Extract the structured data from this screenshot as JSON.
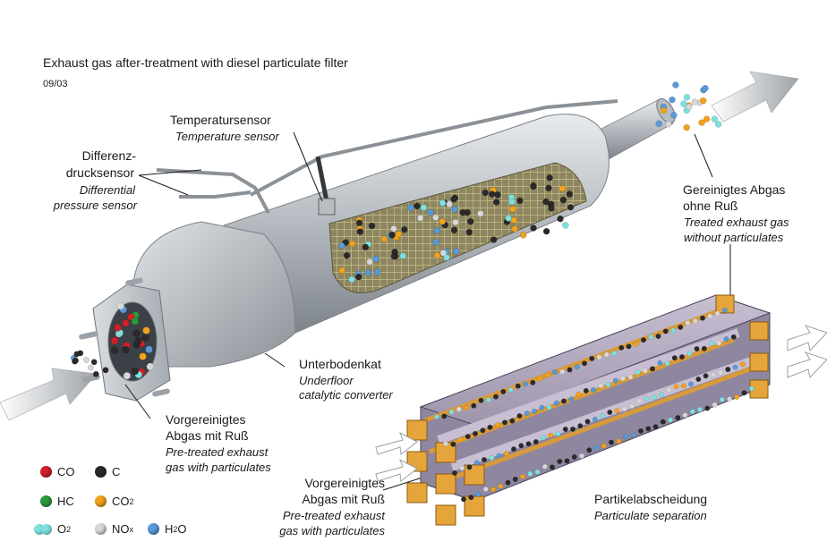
{
  "title": "Exhaust gas after-treatment with diesel particulate filter",
  "date": "09/03",
  "labels": {
    "temp_de": "Temperatursensor",
    "temp_en": "Temperature sensor",
    "diff_de1": "Differenz-",
    "diff_de2": "drucksensor",
    "diff_en1": "Differential",
    "diff_en2": "pressure sensor",
    "clean_de1": "Gereinigtes Abgas",
    "clean_de2": "ohne Ruß",
    "clean_en1": "Treated exhaust gas",
    "clean_en2": "without particulates",
    "under_de": "Unterbodenkat",
    "under_en1": "Underfloor",
    "under_en2": "catalytic converter",
    "pre1_de1": "Vorgereinigtes",
    "pre1_de2": "Abgas mit Ruß",
    "pre1_en1": "Pre-treated exhaust",
    "pre1_en2": "gas with particulates",
    "pre2_de1": "Vorgereinigtes",
    "pre2_de2": "Abgas mit Ruß",
    "pre2_en1": "Pre-treated exhaust",
    "pre2_en2": "gas with particulates",
    "sep_de": "Partikelabscheidung",
    "sep_en": "Particulate separation"
  },
  "legend": [
    {
      "label": "CO",
      "sub": "",
      "color": "#d0202a"
    },
    {
      "label": "C",
      "sub": "",
      "color": "#2a2a2a"
    },
    {
      "label": "HC",
      "sub": "",
      "color": "#2a9a3a"
    },
    {
      "label": "CO",
      "sub": "2",
      "color": "#f2a31e"
    },
    {
      "label": "O",
      "sub": "2",
      "color": "#7fe0e0"
    },
    {
      "label": "NO",
      "sub": "x",
      "color": "#d8d8d8"
    },
    {
      "label": "H",
      "sub": "2",
      "tail": "O",
      "color": "#5a9ad8"
    }
  ]
}
